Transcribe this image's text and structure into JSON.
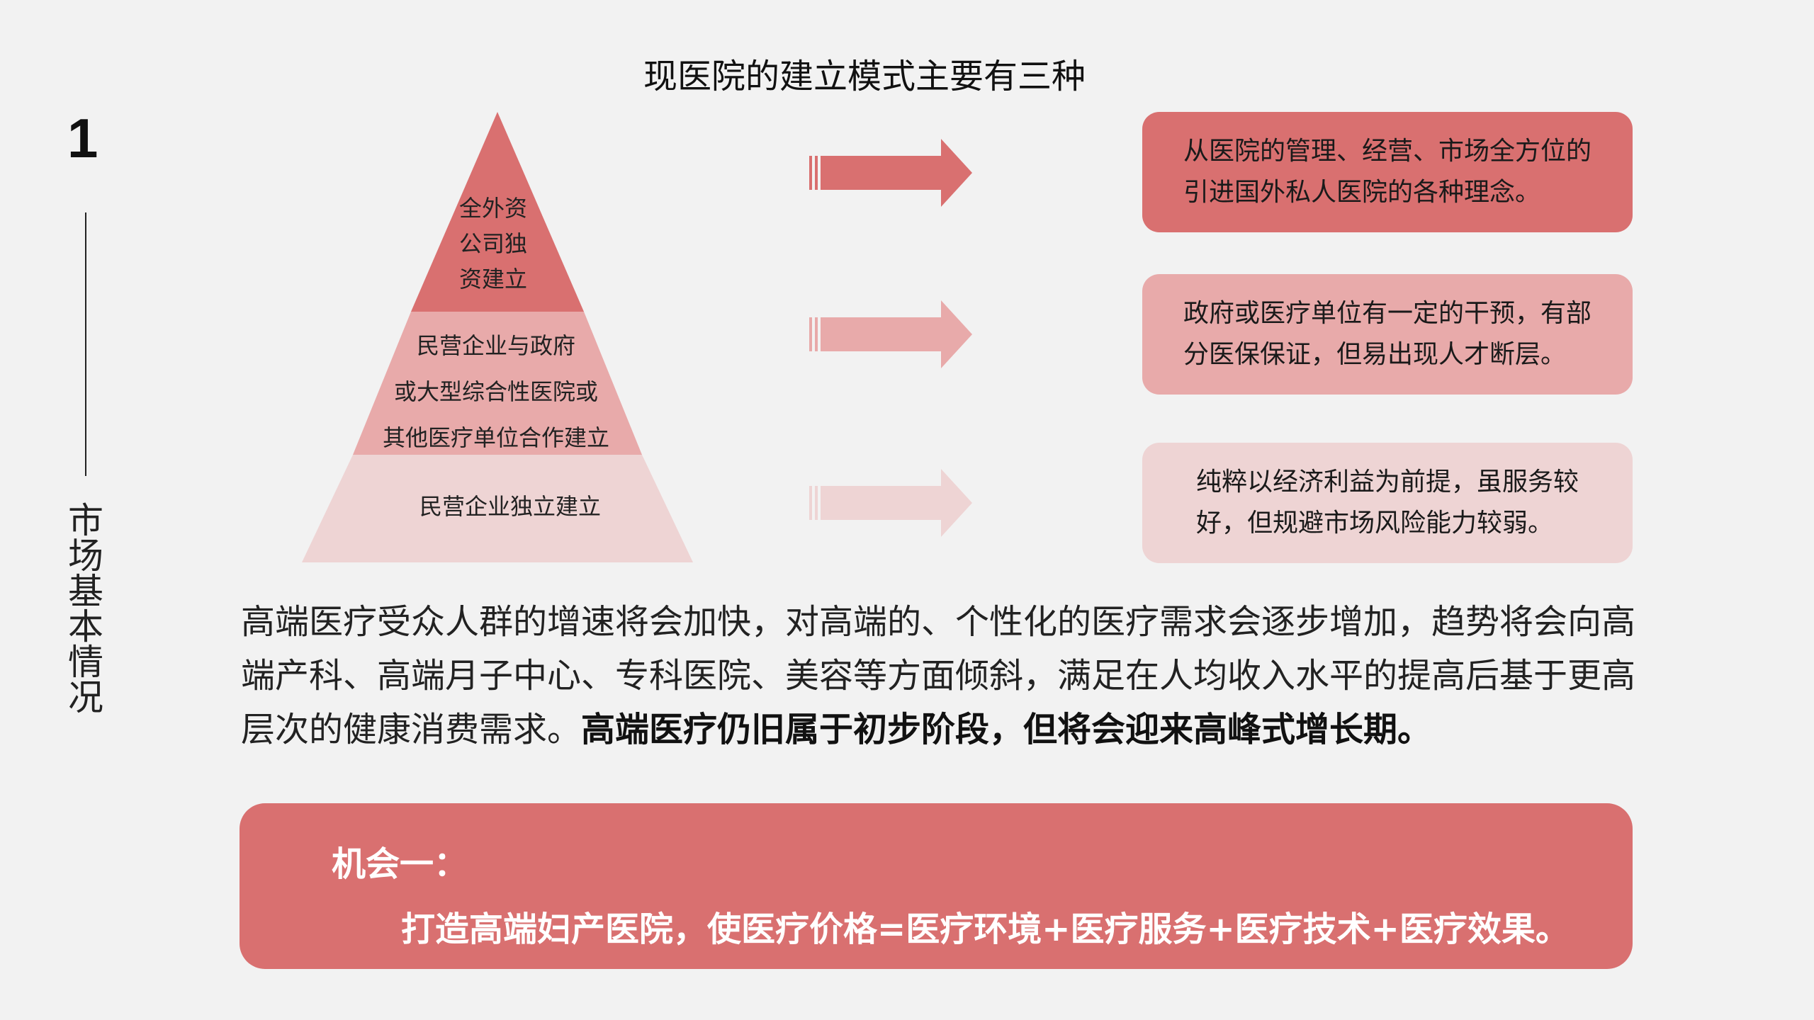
{
  "section": {
    "number": "1",
    "title": "市场基本情况"
  },
  "main_title": "现医院的建立模式主要有三种",
  "pyramid": {
    "levels": [
      {
        "lines": [
          "全外资",
          "公司独",
          "资建立"
        ],
        "color": "#d97070"
      },
      {
        "lines": [
          "民营企业与政府",
          "或大型综合性医院或",
          "其他医疗单位合作建立"
        ],
        "color": "#e8aaaa"
      },
      {
        "lines": [
          "民营企业独立建立"
        ],
        "color": "#eed4d4"
      }
    ]
  },
  "arrow_colors": [
    "#d97070",
    "#e8aaaa",
    "#eed4d4"
  ],
  "boxes": [
    {
      "text": "从医院的管理、经营、市场全方位的引进国外私人医院的各种理念。"
    },
    {
      "text": "政府或医疗单位有一定的干预，有部分医保保证，但易出现人才断层。"
    },
    {
      "text": "纯粹以经济利益为前提，虽服务较好，但规避市场风险能力较弱。"
    }
  ],
  "paragraph": {
    "normal": "高端医疗受众人群的增速将会加快，对高端的、个性化的医疗需求会逐步增加，趋势将会向高端产科、高端月子中心、专科医院、美容等方面倾斜，满足在人均收入水平的提高后基于更高层次的健康消费需求。",
    "bold": "高端医疗仍旧属于初步阶段，但将会迎来高峰式增长期。"
  },
  "opportunity": {
    "title": "机会一：",
    "text": "打造高端妇产医院，使医疗价格=医疗环境+医疗服务+医疗技术+医疗效果。"
  }
}
